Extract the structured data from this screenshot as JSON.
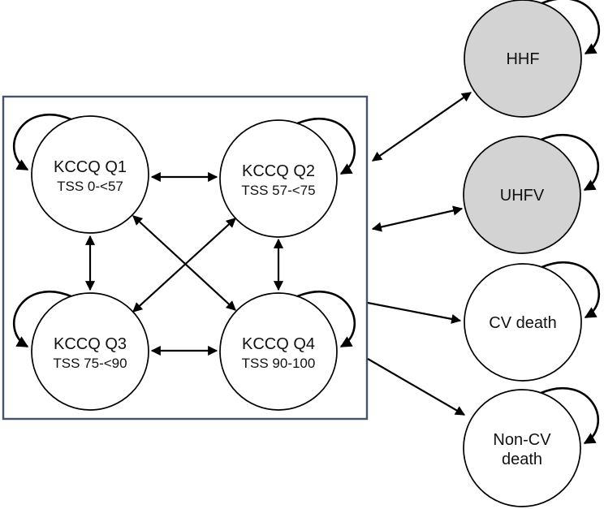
{
  "colors": {
    "box_border": "#44546a",
    "state_fill_shaded": "#d3d3d3",
    "state_fill_default": "#ffffff",
    "line": "#000000"
  },
  "kccq_box": {
    "states": [
      {
        "id": "Q1",
        "label": "KCCQ Q1",
        "sublabel": "TSS 0-<57"
      },
      {
        "id": "Q2",
        "label": "KCCQ Q2",
        "sublabel": "TSS 57-<75"
      },
      {
        "id": "Q3",
        "label": "KCCQ Q3",
        "sublabel": "TSS 75-<90"
      },
      {
        "id": "Q4",
        "label": "KCCQ Q4",
        "sublabel": "TSS 90-100"
      }
    ]
  },
  "outcome_states": [
    {
      "id": "HHF",
      "label": "HHF",
      "shaded": true
    },
    {
      "id": "UHFV",
      "label": "UHFV",
      "shaded": true
    },
    {
      "id": "CV-death",
      "label": "CV death",
      "shaded": false
    },
    {
      "id": "NonCV-death",
      "label_line1": "Non-CV",
      "label_line2": "death",
      "shaded": false
    }
  ],
  "transitions": {
    "self_loops": [
      "Q1",
      "Q2",
      "Q3",
      "Q4",
      "HHF",
      "UHFV",
      "CV death",
      "Non-CV death"
    ],
    "bidirectional_within_box": [
      "Q1-Q2",
      "Q3-Q4",
      "Q1-Q3",
      "Q2-Q4",
      "Q1-Q4",
      "Q2-Q3"
    ],
    "bidirectional_box_outcomes": [
      "KCCQ box - HHF",
      "KCCQ box - UHFV"
    ],
    "one_way_box_to_outcome": [
      "KCCQ box - CV death",
      "KCCQ box - Non-CV death"
    ]
  }
}
